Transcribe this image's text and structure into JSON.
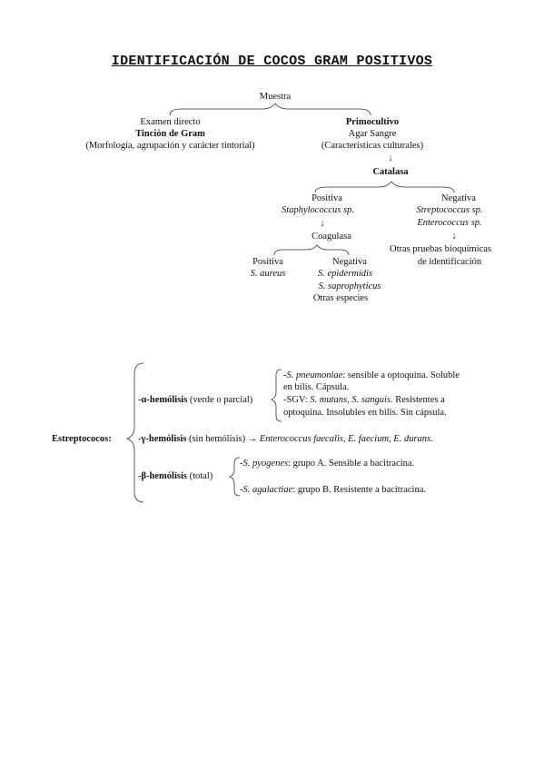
{
  "title": "IDENTIFICACIÓN DE COCOS GRAM POSITIVOS",
  "tree": {
    "root": "Muestra",
    "left": {
      "line1": "Examen directo",
      "line2": "Tinción de Gram",
      "line3": "(Morfología, agrupación y carácter tintorial)"
    },
    "right": {
      "line1": "Primocultivo",
      "line2": "Agar Sangre",
      "line3": "(Características culturales)",
      "arrow": "↓",
      "test": "Catalasa"
    },
    "positive": {
      "label": "Positiva",
      "organism": "Staphylococcus sp.",
      "arrow": "↓",
      "test": "Coagulasa",
      "pos_label": "Positiva",
      "pos_organism": "S. aureus",
      "neg_label": "Negativa",
      "neg_organism1": "S. epidermidis",
      "neg_organism2": "S. saprophyticus",
      "neg_other": "Otras especies"
    },
    "negative": {
      "label": "Negativa",
      "organism1": "Streptococcus sp.",
      "organism2": "Enterococcus sp.",
      "arrow": "↓",
      "next1": "Otras pruebas bioquímicas",
      "next2": "de identificación"
    }
  },
  "strep": {
    "label": "Estreptococos:",
    "alpha": {
      "prefix": "-",
      "name": "α-hemólisis",
      "desc": " (verde o parcial)",
      "items": [
        {
          "dash": "-",
          "org": "S. pneumoniae",
          "text": ": sensible a optoquina. Soluble"
        },
        {
          "text": "en bilis. Cápsula."
        },
        {
          "dash": "-SGV: ",
          "org": "S. mutans, S. sanguis.",
          "text": " Resistentes a"
        },
        {
          "text": "optoquina. Insolubles en bilis. Sin cápsula."
        }
      ]
    },
    "gamma": {
      "prefix": "-",
      "name": "γ-hemólisis",
      "desc": " (sin hemólisis) → ",
      "org": "Enterococcus faecalis, E. faecium, E. durans."
    },
    "beta": {
      "prefix": "-",
      "name": "β-hemólisis",
      "desc": " (total)",
      "items": [
        {
          "dash": "-",
          "org": "S. pyogenes",
          "text": ": grupo A. Sensible a bacitracina."
        },
        {
          "dash": "-",
          "org": "S. agalactiae",
          "text": ": grupo B. Resistente a bacitracina."
        }
      ]
    }
  }
}
